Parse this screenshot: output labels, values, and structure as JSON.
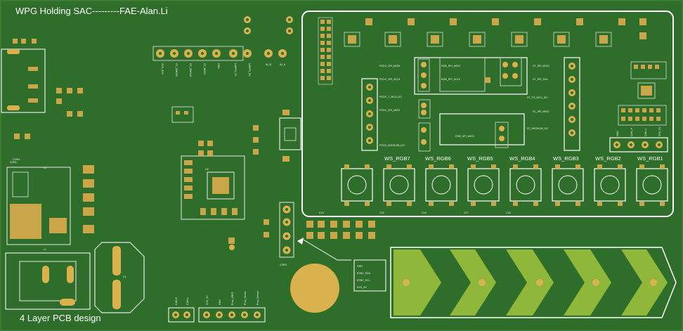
{
  "board": {
    "colors": {
      "solder_mask": "#2f6e2a",
      "solder_mask_dark": "#2a6326",
      "copper_pad": "#c9a64a",
      "silkscreen": "#ffffff",
      "arrow_light": "#8fb83a"
    },
    "header_text": "WPG Holding SAC---------FAE-Alan.Li",
    "footer_text": "4 Layer PCB design",
    "header_pins_top": [
      "SYS_3V3",
      "ST_SWDIO",
      "ST_SWCLK",
      "ST_NRST",
      "GND",
      "UART0_TX",
      "UART0_RX",
      "IN_B",
      "IN_A"
    ],
    "side_labels": [
      "PSOC_SPI_MOSI",
      "PSOC_SPI_SCLK",
      "PSOC_T_MCU_DO",
      "PSOC_SPI_MISO",
      "PSOC_WS2812B_DO",
      "RGB_SPI_MOSI",
      "RGB_SPI_SCLK",
      "RGB_SPI_MOSI",
      "ST_SPI_MOSI",
      "ST_SPI_SCK",
      "ST_TO_MCU_DO",
      "ST_SPI_MISO",
      "ST_WS2812B_DO"
    ],
    "rgb_labels": [
      "WS_RGB7",
      "WS_RGB6",
      "WS_RGB5",
      "WS_RGB4",
      "WS_RGB3",
      "WS_RGB2",
      "WS_RGB1"
    ],
    "right_header_labels": [
      "GND",
      "CAN_H",
      "CAN_L",
      "SYS_5V"
    ],
    "bottom_header_left": [
      "CAN-H",
      "CAN-L"
    ],
    "bottom_header_right": [
      "SYS_5V",
      "GND",
      "Prox_VREF",
      "Prox_Sensk",
      "Prox_Sensd"
    ],
    "ezbc_box": [
      "GND",
      "EZBC_SDA",
      "EZBC_SCL",
      "SYS_5V"
    ],
    "small_labels": [
      "CON1",
      "U1",
      "L1",
      "C1",
      "CON3",
      "CON4",
      "U4",
      "C14",
      "C15",
      "C16",
      "C17",
      "C18"
    ]
  }
}
